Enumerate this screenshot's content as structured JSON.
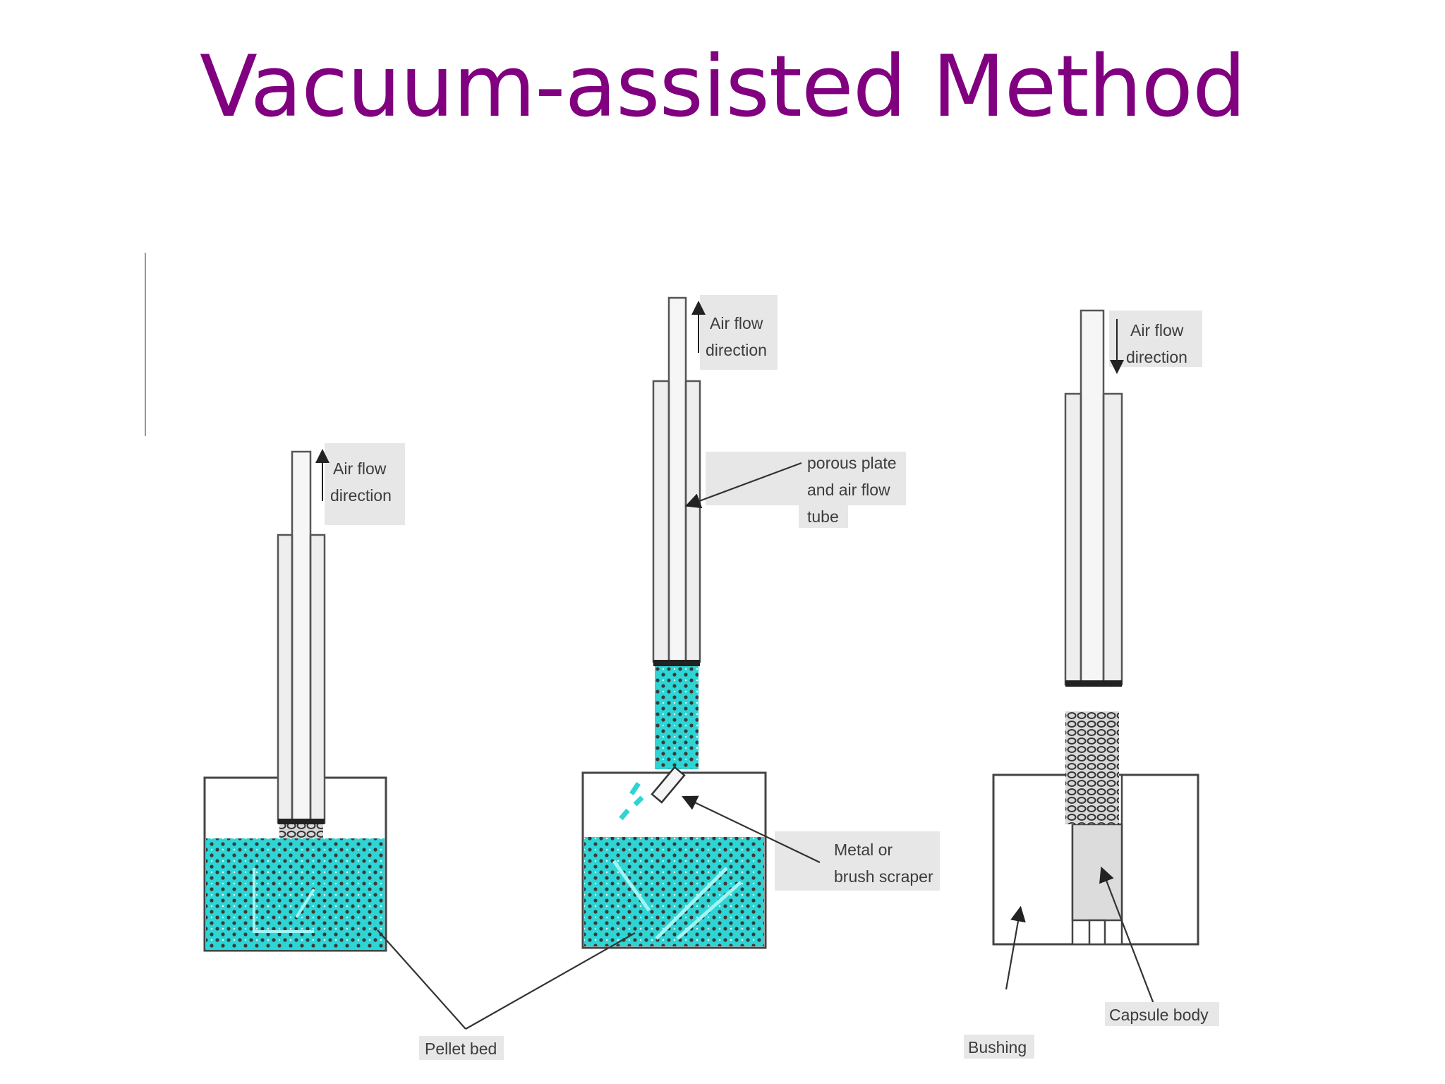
{
  "slide": {
    "title": "Vacuum-assisted Method"
  },
  "diagram": {
    "stage1": {
      "airflow_label_line1": "Air flow",
      "airflow_label_line2": "direction",
      "airflow_direction": "up"
    },
    "stage2": {
      "airflow_label_line1": "Air flow",
      "airflow_label_line2": "direction",
      "airflow_direction": "up",
      "porous_label_line1": "porous plate",
      "porous_label_line2": "and air flow",
      "porous_label_line3": "tube",
      "scraper_label_line1": "Metal or",
      "scraper_label_line2": "brush scraper"
    },
    "stage3": {
      "airflow_label_line1": "Air flow",
      "airflow_label_line2": "direction",
      "airflow_direction": "down",
      "capsule_label": "Capsule body",
      "bushing_label": "Bushing"
    },
    "pellet_bed_label": "Pellet bed",
    "colors": {
      "title": "#800080",
      "pellet": "#2fd4d4",
      "pellet_dot": "#3a3a3a",
      "bed_container": "#ececec",
      "tube": "#eeeeee"
    }
  }
}
